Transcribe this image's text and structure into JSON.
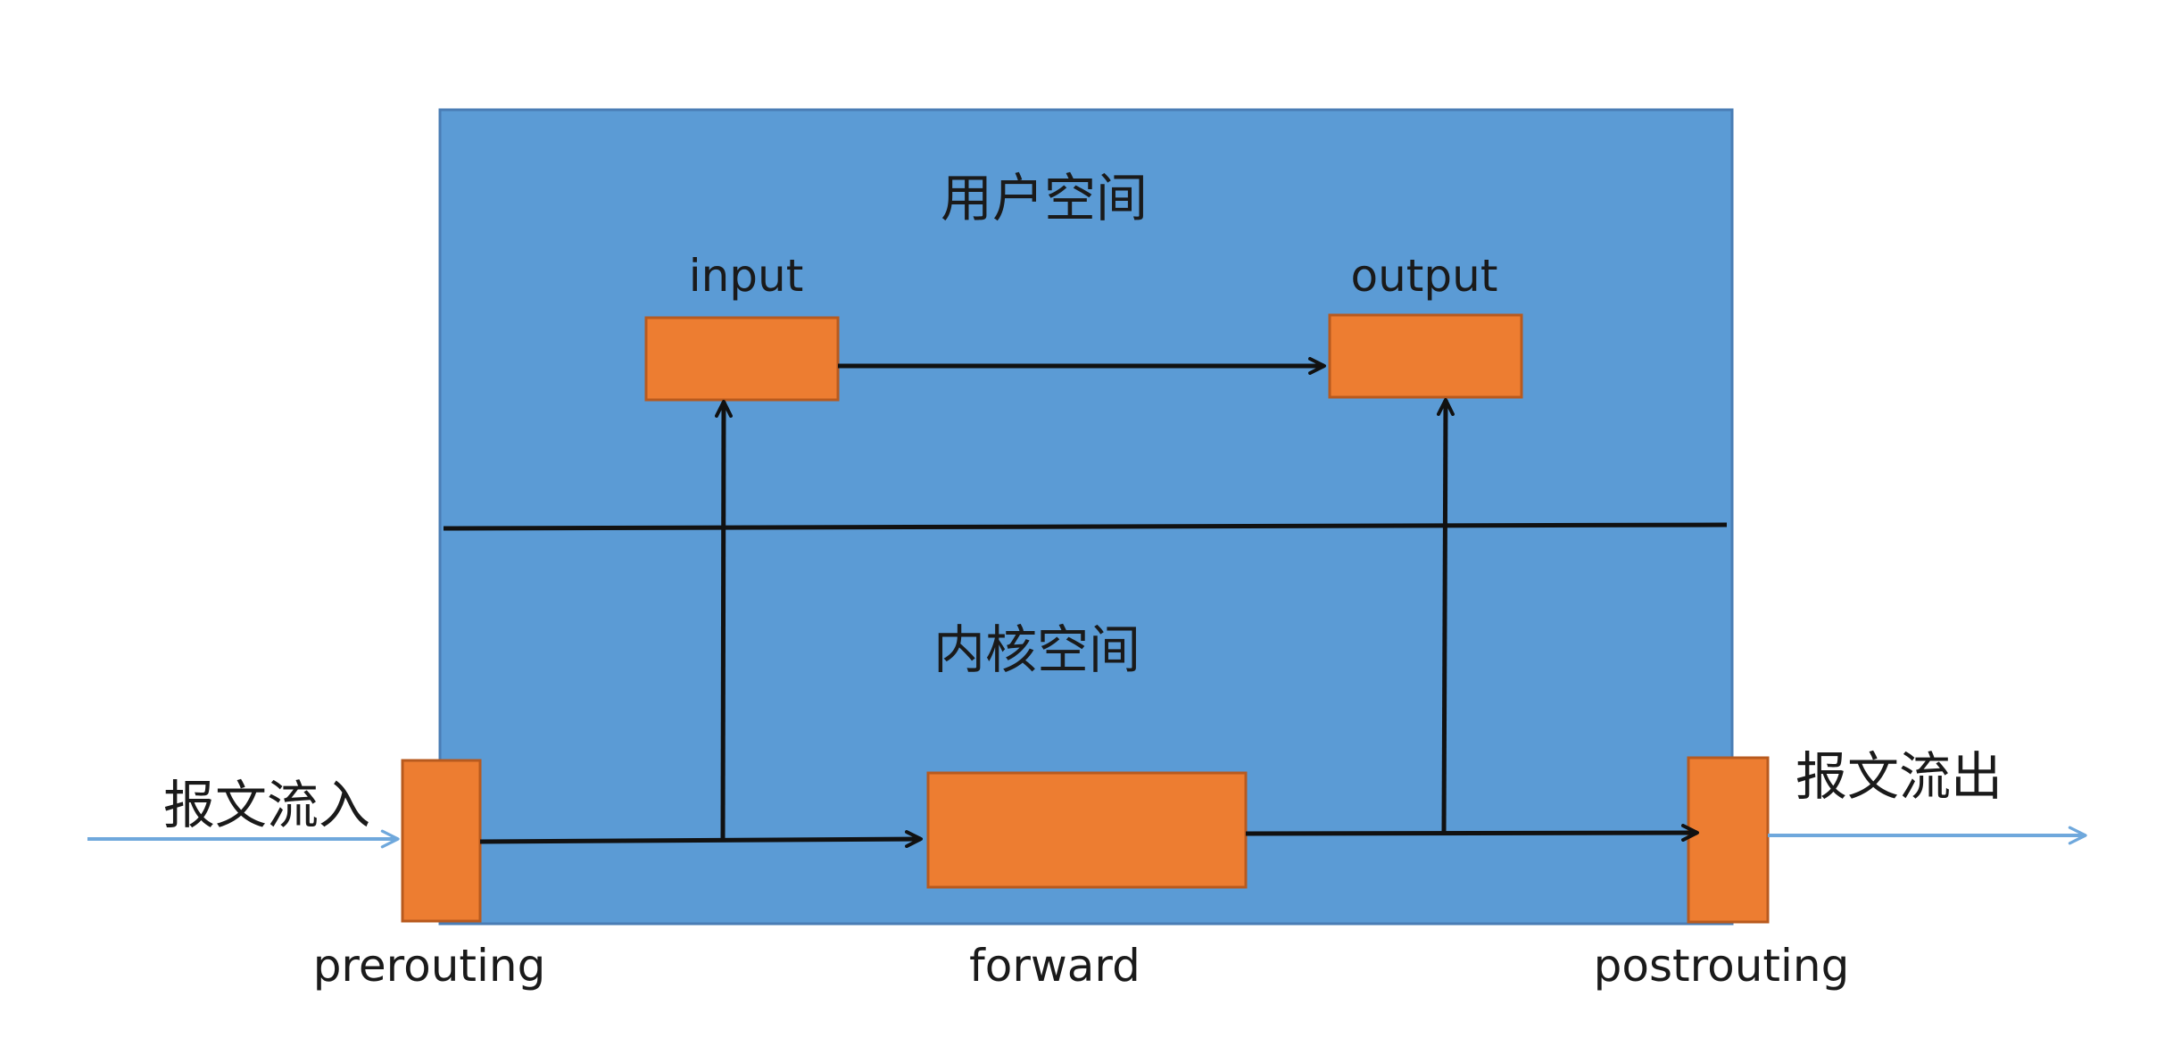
{
  "colors": {
    "space_fill": "#5B9BD5",
    "space_stroke": "#4A7DB5",
    "hook_fill": "#ED7D31",
    "hook_stroke": "#B85A1E",
    "flow_line": "#111111",
    "io_arrow": "#6FA8DC"
  },
  "regions": {
    "user_space": "用户空间",
    "kernel_space": "内核空间"
  },
  "hooks": {
    "input": "input",
    "output": "output",
    "prerouting": "prerouting",
    "forward": "forward",
    "postrouting": "postrouting"
  },
  "flows": {
    "inbound": "报文流入",
    "outbound": "报文流出"
  }
}
